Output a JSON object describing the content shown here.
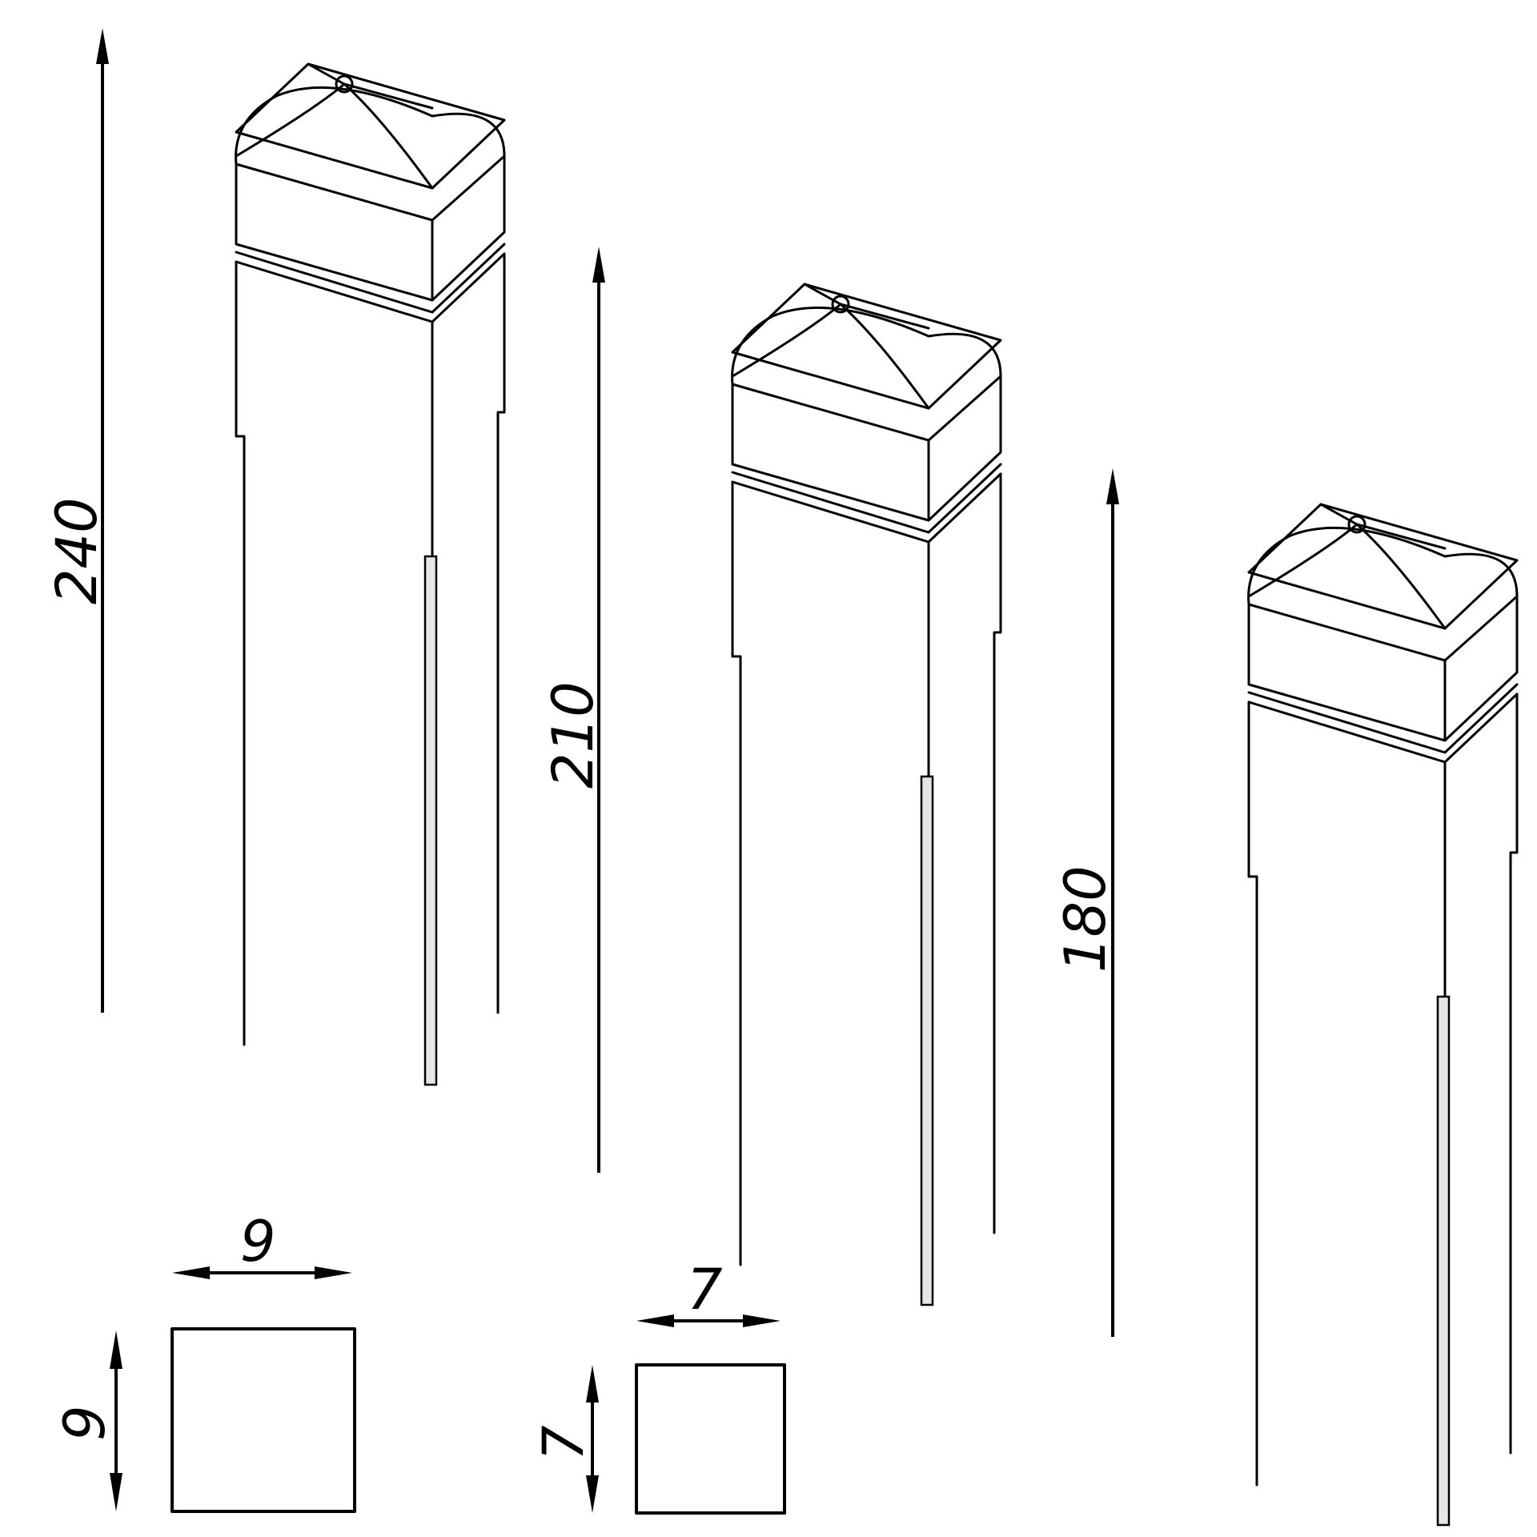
{
  "posts": [
    {
      "name": "post-240",
      "height_label": "240"
    },
    {
      "name": "post-210",
      "height_label": "210"
    },
    {
      "name": "post-180",
      "height_label": "180"
    }
  ],
  "sections": [
    {
      "name": "section-9x9",
      "width_label": "9",
      "height_label": "9"
    },
    {
      "name": "section-7x7",
      "width_label": "7",
      "height_label": "7"
    }
  ],
  "colors": {
    "line": "#000000",
    "background": "#ffffff",
    "rod_fill": "#e6e6e6"
  }
}
